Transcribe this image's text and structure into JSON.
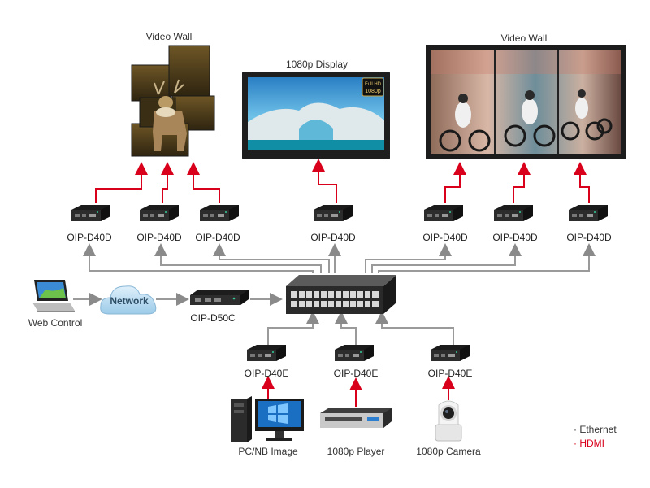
{
  "titles": {
    "video_wall_left": "Video Wall",
    "display_center": "1080p Display",
    "video_wall_right": "Video Wall"
  },
  "decoders": [
    {
      "label": "OIP-D40D"
    },
    {
      "label": "OIP-D40D"
    },
    {
      "label": "OIP-D40D"
    },
    {
      "label": "OIP-D40D"
    },
    {
      "label": "OIP-D40D"
    },
    {
      "label": "OIP-D40D"
    },
    {
      "label": "OIP-D40D"
    }
  ],
  "controller": {
    "label": "OIP-D50C"
  },
  "network": {
    "label": "Network"
  },
  "web": {
    "label": "Web Control"
  },
  "encoders": [
    {
      "label": "OIP-D40E"
    },
    {
      "label": "OIP-D40E"
    },
    {
      "label": "OIP-D40E"
    }
  ],
  "sources": [
    {
      "label": "PC/NB Image"
    },
    {
      "label": "1080p Player"
    },
    {
      "label": "1080p Camera"
    }
  ],
  "tv_badge": {
    "line1": "Full HD",
    "line2": "1080p"
  },
  "legend": {
    "ethernet": "· Ethernet",
    "hdmi": "· HDMI",
    "ethernet_color": "#7f7f7f",
    "hdmi_color": "#d9001b"
  }
}
